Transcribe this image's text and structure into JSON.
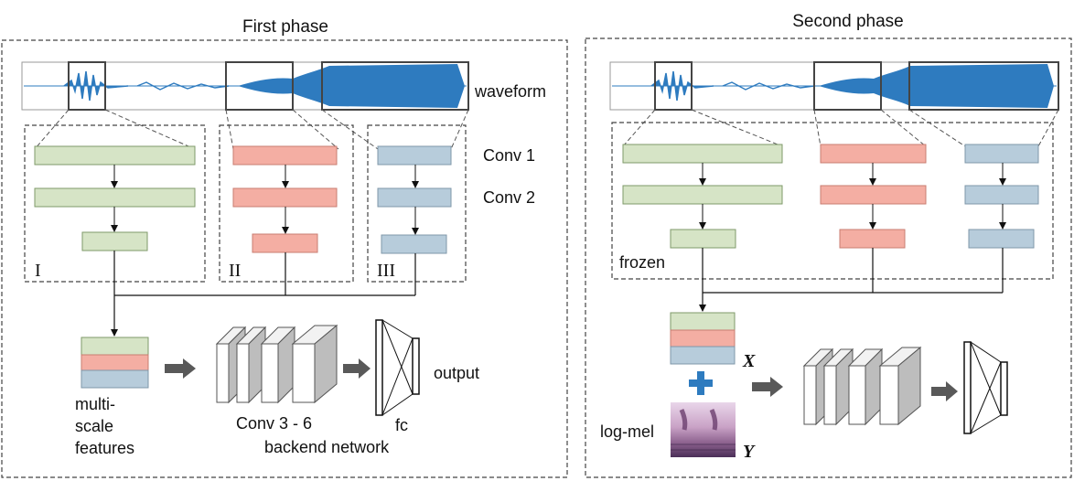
{
  "phase1": {
    "title": "First phase",
    "waveform_label": "waveform",
    "conv1_label": "Conv 1",
    "conv2_label": "Conv 2",
    "branch_labels": [
      "I",
      "II",
      "III"
    ],
    "multiscale_label": [
      "multi-",
      "scale",
      "features"
    ],
    "conv36_label": "Conv 3 - 6",
    "backend_label": "backend network",
    "fc_label": "fc",
    "output_label": "output"
  },
  "phase2": {
    "title": "Second phase",
    "frozen_label": "frozen",
    "x_label": "X",
    "y_label": "Y",
    "logmel_label": "log-mel"
  },
  "colors": {
    "green_fill": "#d6e4c6",
    "green_stroke": "#7f9a6a",
    "red_fill": "#f4aea3",
    "red_stroke": "#c97d72",
    "blue_fill": "#b7ccdb",
    "blue_stroke": "#7f97a8",
    "waveform": "#2e7bbf",
    "arrow": "#595959",
    "plus": "#2e7bbf"
  }
}
